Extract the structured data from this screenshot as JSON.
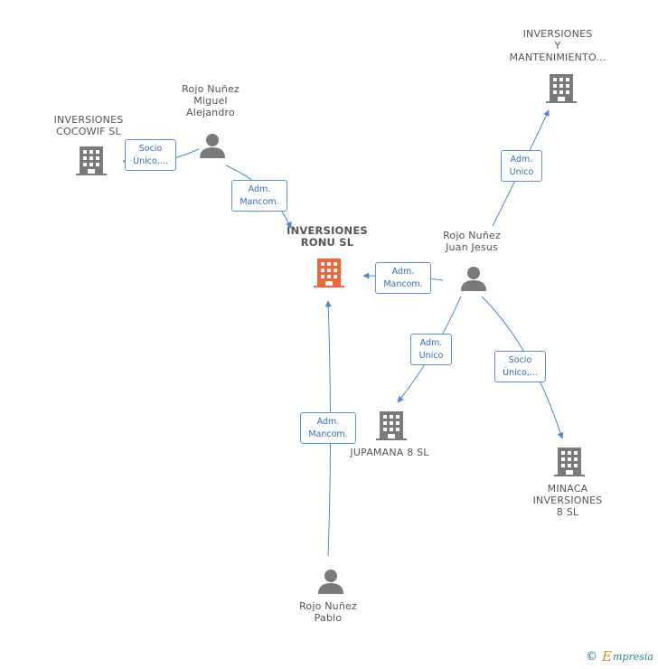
{
  "colors": {
    "edge": "#4a86d4",
    "node_icon": "#7a7a7a",
    "center_icon": "#f0673a",
    "label": "#555555",
    "edge_label": "#2f6db5"
  },
  "nodes": {
    "inversiones_ronu": {
      "label": "INVERSIONES\nRONU SL",
      "icon": "building-icon"
    },
    "inversiones_cocowif": {
      "label": "INVERSIONES\nCOCOWIF SL",
      "icon": "building-icon"
    },
    "rojo_miguel": {
      "label": "Rojo Nuñez\nMiguel\nAlejandro",
      "icon": "person-icon"
    },
    "inversiones_mant": {
      "label": "INVERSIONES\nY\nMANTENIMIENTO...",
      "icon": "building-icon"
    },
    "rojo_juan": {
      "label": "Rojo Nuñez\nJuan Jesus",
      "icon": "person-icon"
    },
    "jupamana": {
      "label": "JUPAMANA 8 SL",
      "icon": "building-icon"
    },
    "minaca": {
      "label": "MINACA\nINVERSIONES\n8 SL",
      "icon": "building-icon"
    },
    "rojo_pablo": {
      "label": "Rojo Nuñez\nPablo",
      "icon": "person-icon"
    }
  },
  "edges": {
    "miguel_cocowif": "Socio\nÚnico,...",
    "miguel_ronu": "Adm.\nMancom.",
    "juan_mant": "Adm.\nUnico",
    "juan_ronu": "Adm.\nMancom.",
    "juan_jupamana": "Adm.\nUnico",
    "juan_minaca": "Socio\nÚnico,...",
    "pablo_ronu": "Adm.\nMancom."
  },
  "brand": {
    "copyright": "©",
    "e": "E",
    "rest": "mpresia"
  }
}
